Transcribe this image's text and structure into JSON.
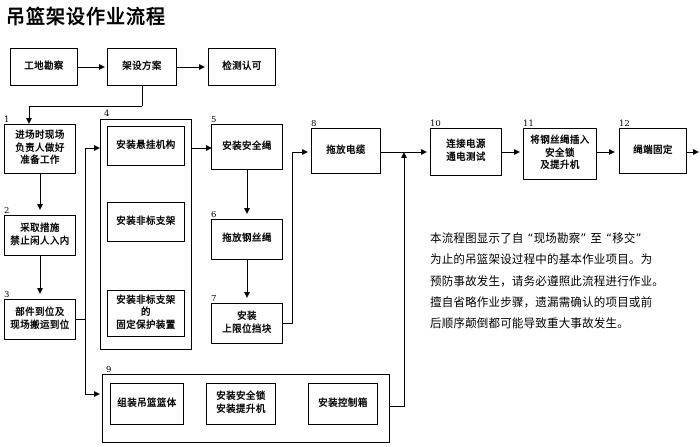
{
  "title": "吊篮架设作业流程",
  "top_row": [
    {
      "id": "site-survey",
      "label": "工地勘察"
    },
    {
      "id": "erection-plan",
      "label": "架设方案"
    },
    {
      "id": "inspection-approval",
      "label": "检测认可"
    }
  ],
  "steps": [
    {
      "num": "1",
      "id": "step-1",
      "label": "进场时现场\n负责人做好\n准备工作"
    },
    {
      "num": "2",
      "id": "step-2",
      "label": "采取措施\n禁止闲人入内"
    },
    {
      "num": "3",
      "id": "step-3",
      "label": "部件到位及\n现场搬运到位"
    },
    {
      "num": "5",
      "id": "step-5",
      "label": "安装安全绳"
    },
    {
      "num": "6",
      "id": "step-6",
      "label": "拖放钢丝绳"
    },
    {
      "num": "7",
      "id": "step-7",
      "label": "安装\n上限位挡块"
    },
    {
      "num": "8",
      "id": "step-8",
      "label": "拖放电缆"
    },
    {
      "num": "10",
      "id": "step-10",
      "label": "连接电源\n通电测试"
    },
    {
      "num": "11",
      "id": "step-11",
      "label": "将钢丝绳插入\n安全锁\n及提升机"
    },
    {
      "num": "12",
      "id": "step-12",
      "label": "绳端固定"
    }
  ],
  "group4": {
    "num": "4",
    "items": [
      {
        "id": "install-suspension",
        "label": "安装悬挂机构"
      },
      {
        "id": "install-nonstandard-bracket",
        "label": "安装非标支架"
      },
      {
        "id": "install-bracket-protection",
        "label": "安装非标支架\n的\n固定保护装置"
      }
    ]
  },
  "group9": {
    "num": "9",
    "items": [
      {
        "id": "assemble-basket",
        "label": "组装吊篮篮体"
      },
      {
        "id": "install-safety-lock-hoist",
        "label": "安装安全锁\n安装提升机"
      },
      {
        "id": "install-control-box",
        "label": "安装控制箱"
      }
    ]
  },
  "note": {
    "line1": "本流程图显示了自 “现场勘察” 至 “移交”",
    "line2": "为止的吊篮架设过程中的基本作业项目。为",
    "line3": "预防事故发生，请务必遵照此流程进行作业。",
    "line4": "擅自省略作业步骤，遗漏需确认的项目或前",
    "line5": "后顺序颠倒都可能导致重大事故发生。"
  },
  "colors": {
    "stroke": "#000000",
    "background": "#ffffff",
    "text": "#000000"
  }
}
